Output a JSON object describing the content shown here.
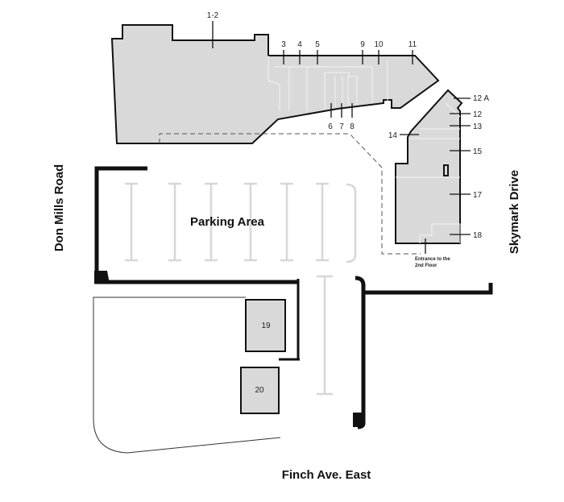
{
  "units": {
    "u1_2": "1-2",
    "u3": "3",
    "u4": "4",
    "u5": "5",
    "u6": "6",
    "u7": "7",
    "u8": "8",
    "u9": "9",
    "u10": "10",
    "u11": "11",
    "u12a": "12 A",
    "u12": "12",
    "u13": "13",
    "u14": "14",
    "u15": "15",
    "u17": "17",
    "u18": "18",
    "u19": "19",
    "u20": "20"
  },
  "labels": {
    "parking": "Parking Area",
    "entrance_line1": "Entrance to the",
    "entrance_line2": "2nd Floor"
  },
  "roads": {
    "west": "Don Mills Road",
    "east": "Skymark Drive",
    "south": "Finch Ave. East"
  },
  "colors": {
    "building_fill": "#d9d9d9",
    "outline": "#111111",
    "parking_lines": "#d7d7d7"
  }
}
